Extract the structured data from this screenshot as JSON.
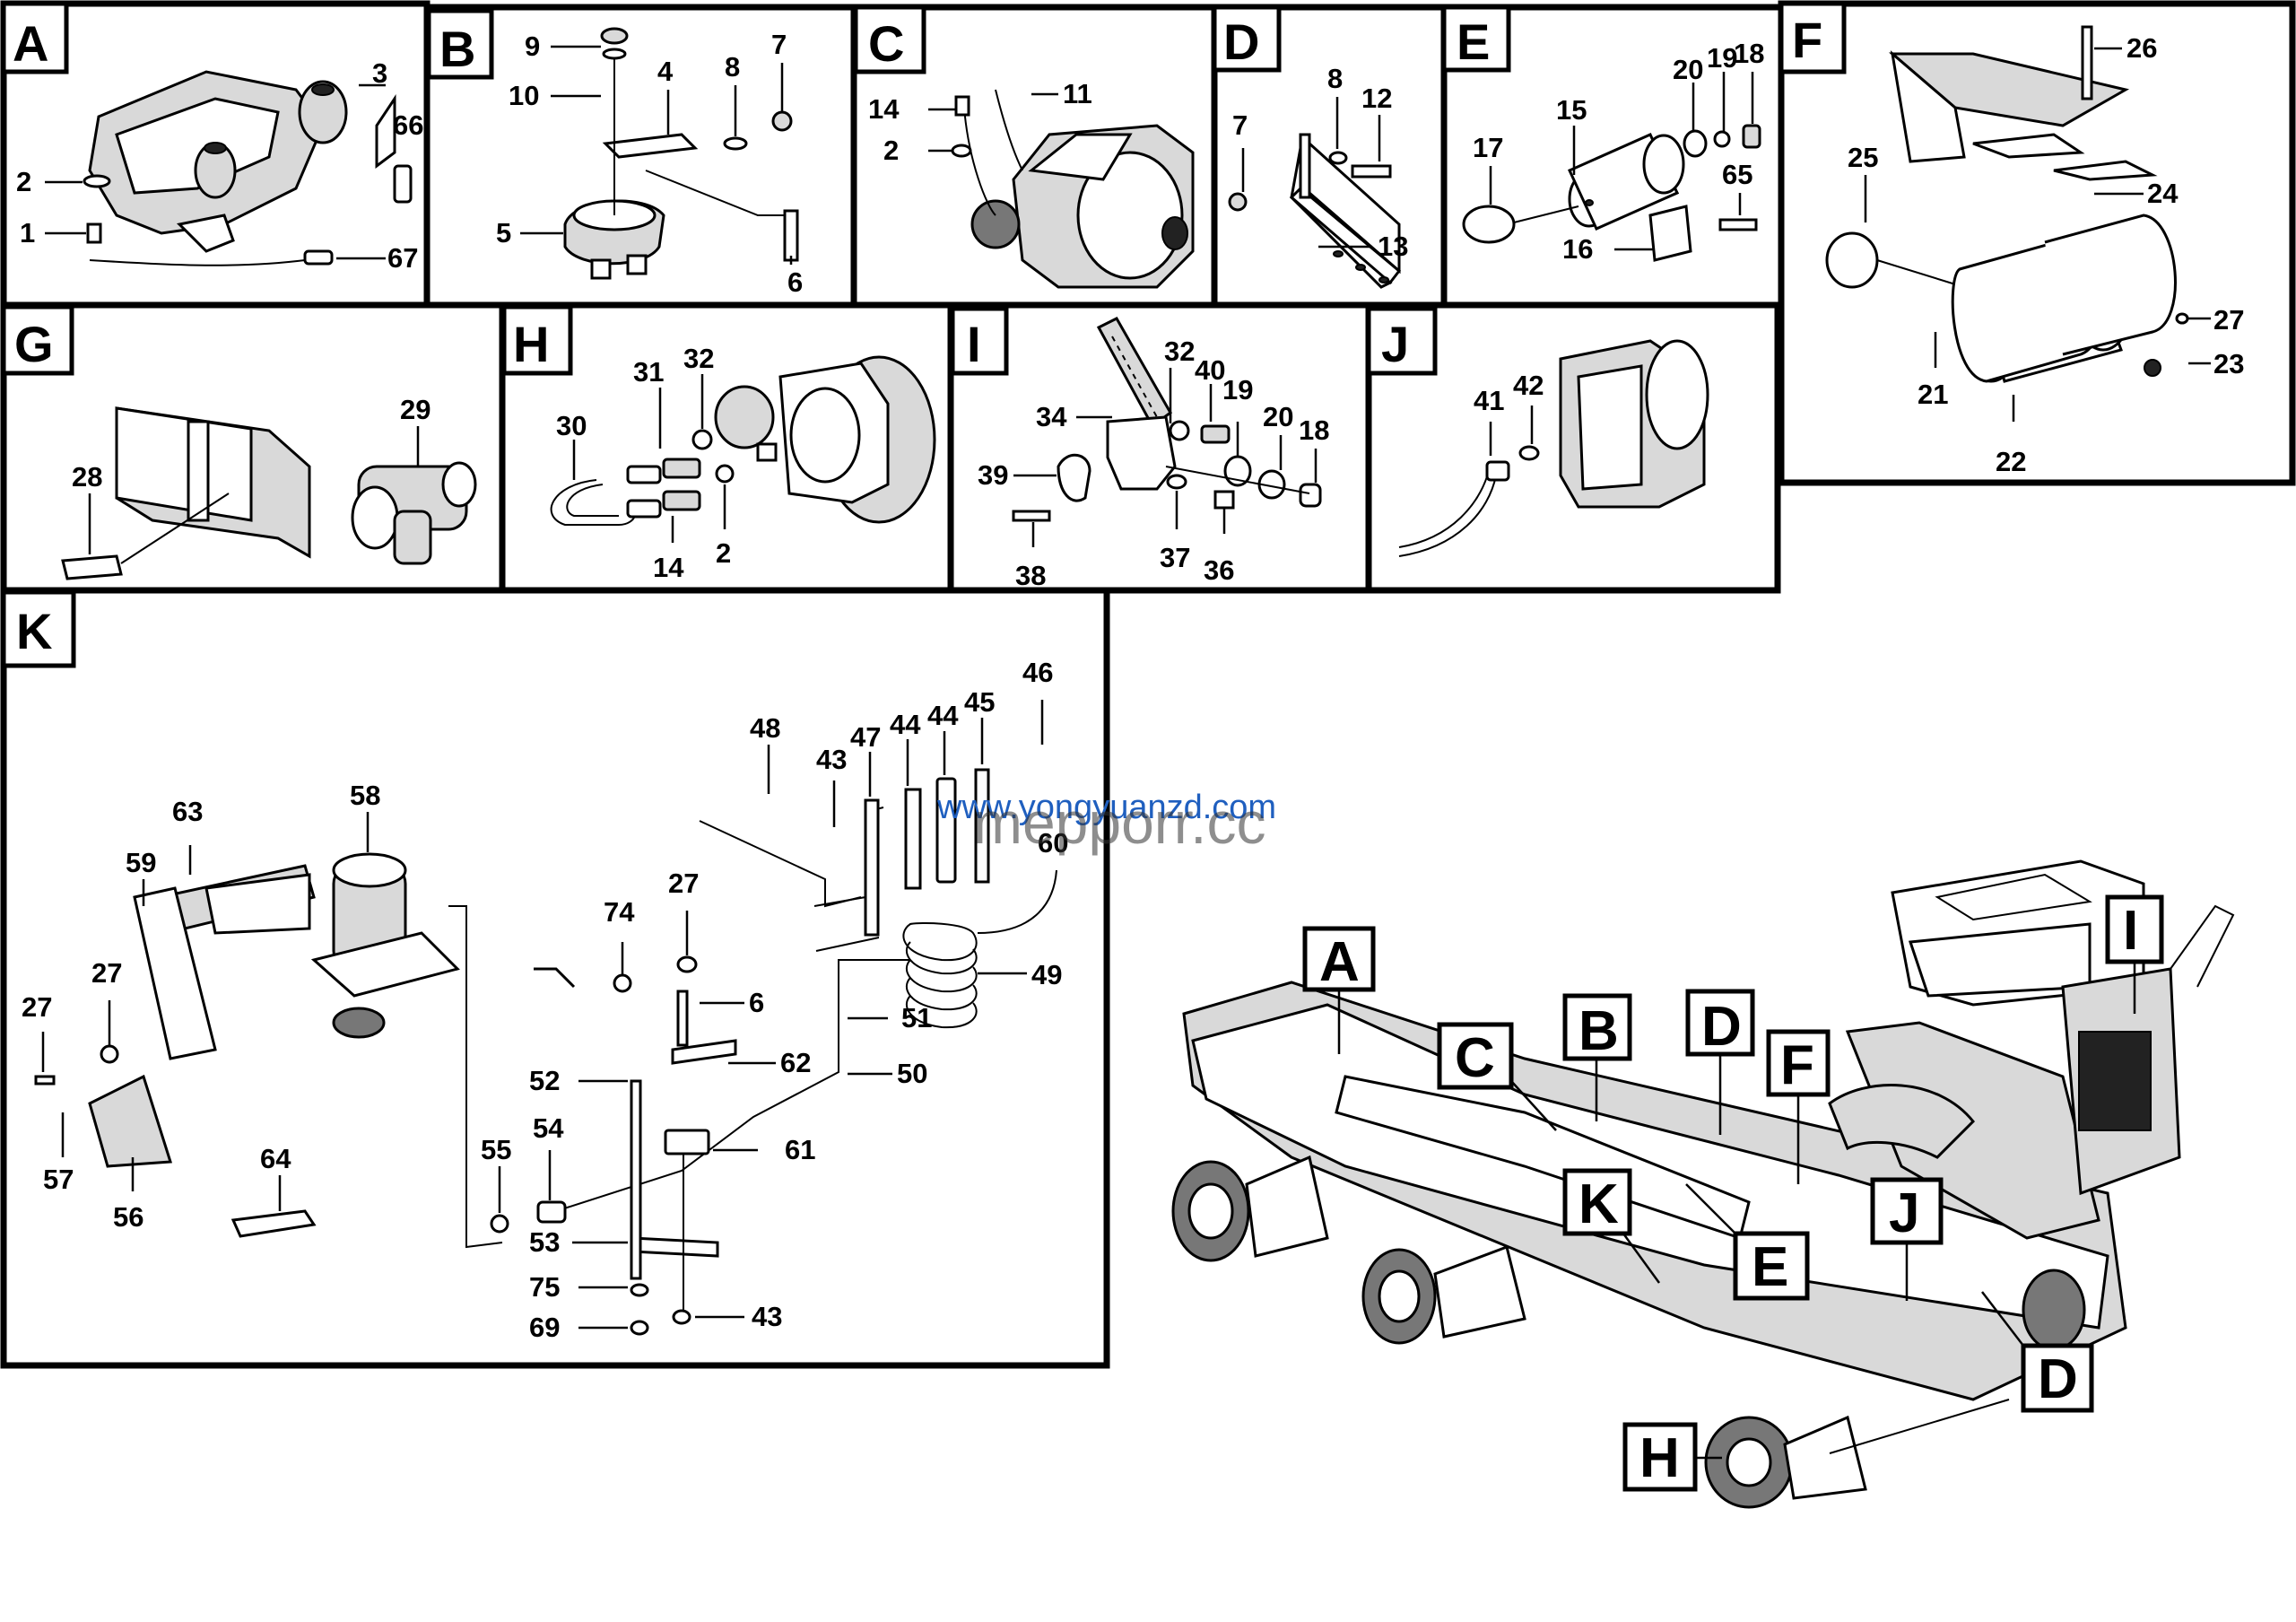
{
  "panels": [
    {
      "id": "A",
      "letter": "A",
      "callouts": [
        "3",
        "66",
        "2",
        "1",
        "67"
      ]
    },
    {
      "id": "B",
      "letter": "B",
      "callouts": [
        "9",
        "10",
        "4",
        "8",
        "7",
        "5",
        "6"
      ]
    },
    {
      "id": "C",
      "letter": "C",
      "callouts": [
        "14",
        "11",
        "2"
      ]
    },
    {
      "id": "D",
      "letter": "D",
      "callouts": [
        "8",
        "12",
        "7",
        "13"
      ]
    },
    {
      "id": "E",
      "letter": "E",
      "callouts": [
        "20",
        "19",
        "18",
        "17",
        "15",
        "65",
        "16"
      ]
    },
    {
      "id": "F",
      "letter": "F",
      "callouts": [
        "26",
        "25",
        "24",
        "27",
        "23",
        "21",
        "22"
      ]
    },
    {
      "id": "G",
      "letter": "G",
      "callouts": [
        "29",
        "28"
      ]
    },
    {
      "id": "H",
      "letter": "H",
      "callouts": [
        "32",
        "31",
        "30",
        "14",
        "2"
      ]
    },
    {
      "id": "I",
      "letter": "I",
      "callouts": [
        "32",
        "40",
        "34",
        "19",
        "20",
        "18",
        "39",
        "38",
        "37",
        "36"
      ]
    },
    {
      "id": "J",
      "letter": "J",
      "callouts": [
        "41",
        "42"
      ]
    },
    {
      "id": "K",
      "letter": "K",
      "callouts": [
        "48",
        "46",
        "43",
        "47",
        "44",
        "44",
        "45",
        "63",
        "58",
        "59",
        "27",
        "74",
        "27",
        "49",
        "60",
        "27",
        "6",
        "51",
        "62",
        "52",
        "50",
        "57",
        "56",
        "64",
        "55",
        "54",
        "61",
        "53",
        "75",
        "69",
        "43"
      ]
    }
  ],
  "overview_labels": [
    "A",
    "B",
    "C",
    "D",
    "F",
    "I",
    "K",
    "J",
    "E",
    "D",
    "H"
  ],
  "watermark": {
    "line1": "www.yongyuanzd.com",
    "line2": "mepporr.cc"
  },
  "colors": {
    "ink": "#000000",
    "watermark": "#1f5fbf",
    "paper": "#ffffff"
  }
}
